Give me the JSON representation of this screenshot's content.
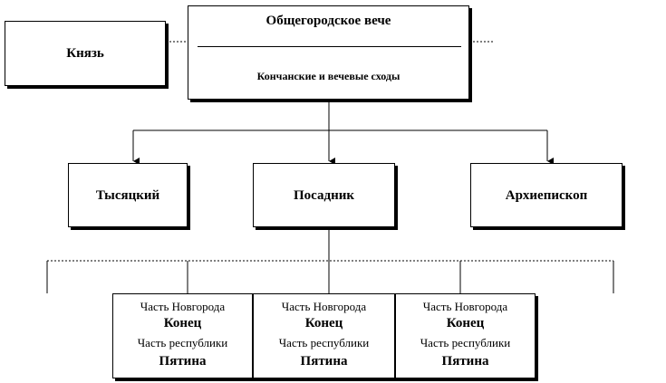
{
  "top": {
    "title": "Общегородское вече",
    "subtitle": "Кончанские и вечевые сходы"
  },
  "prince": "Князь",
  "officials": [
    "Тысяцкий",
    "Посадник",
    "Архиепископ"
  ],
  "units": [
    {
      "line1": "Часть Новгорода",
      "line2": "Конец",
      "line3": "Часть республики",
      "line4": "Пятина"
    },
    {
      "line1": "Часть Новгорода",
      "line2": "Конец",
      "line3": "Часть республики",
      "line4": "Пятина"
    },
    {
      "line1": "Часть Новгорода",
      "line2": "Конец",
      "line3": "Часть республики",
      "line4": "Пятина"
    }
  ]
}
